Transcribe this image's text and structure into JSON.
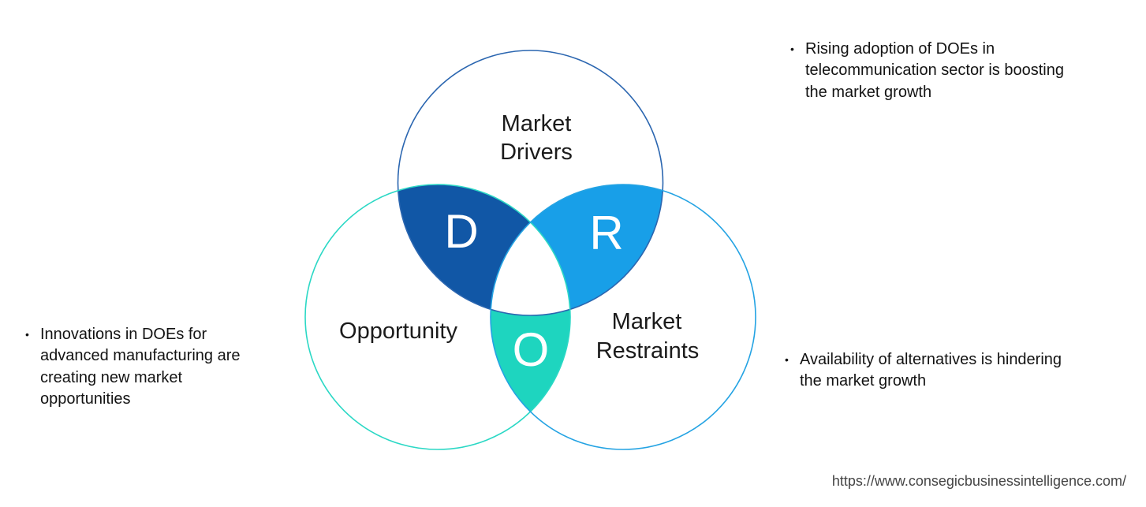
{
  "diagram": {
    "background": "#ffffff",
    "letter_color": "#ffffff",
    "label_color": "#1b1b1b",
    "center_fill": "#ffffff",
    "circles": {
      "drivers": {
        "label_lines": [
          "Market",
          "Drivers"
        ],
        "letter": "D",
        "stroke": "#2B66B0",
        "overlap_fill": "#1157A6"
      },
      "opportunity": {
        "label_lines": [
          "Opportunity"
        ],
        "letter": "O",
        "stroke": "#2BD8C5",
        "overlap_fill": "#1ED5BF"
      },
      "restraints": {
        "label_lines": [
          "Market",
          "Restraints"
        ],
        "letter": "R",
        "stroke": "#24A3E3",
        "overlap_fill": "#189FE8"
      }
    }
  },
  "bullets": {
    "right_top": {
      "glyph": "•",
      "lines": [
        "Rising adoption of DOEs in",
        "telecommunication sector is boosting",
        "the market growth"
      ]
    },
    "left": {
      "glyph": "•",
      "lines": [
        "Innovations in DOEs for",
        "advanced manufacturing are",
        "creating new market",
        "opportunities"
      ]
    },
    "right_bottom": {
      "glyph": "•",
      "lines": [
        "Availability of alternatives is hindering",
        "the market growth"
      ]
    }
  },
  "footer": {
    "url": "https://www.consegicbusinessintelligence.com/"
  }
}
